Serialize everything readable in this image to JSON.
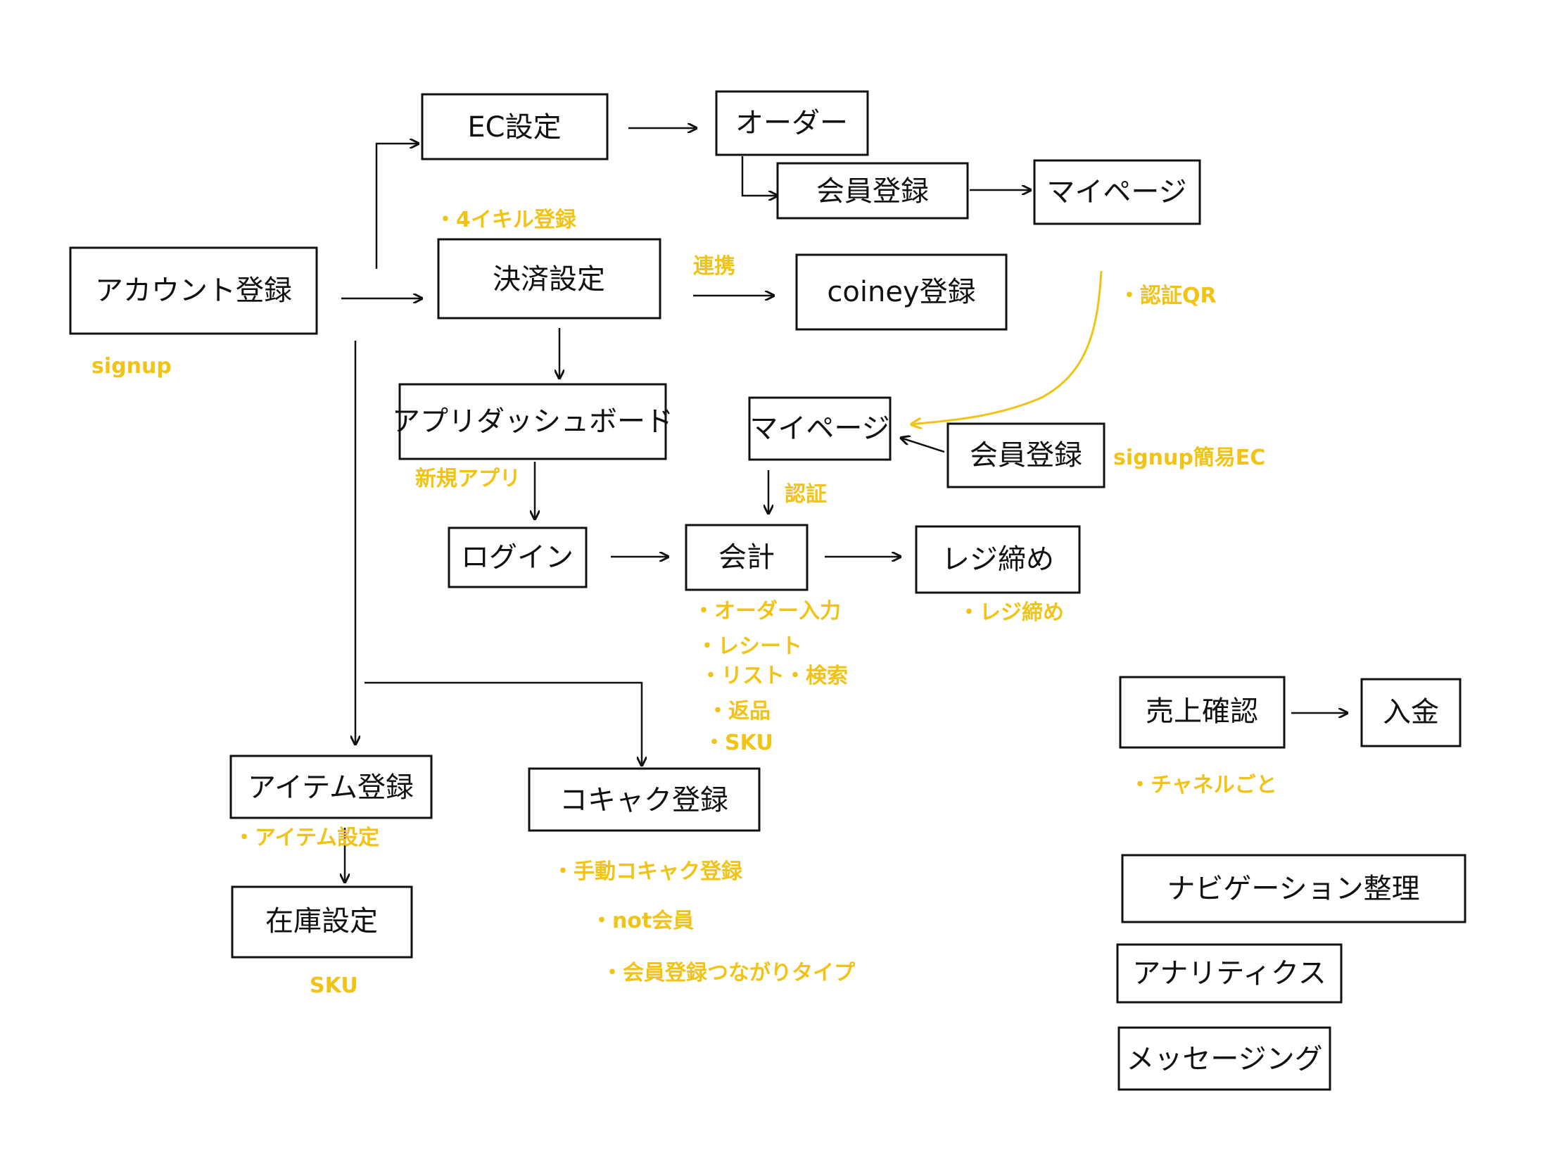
{
  "colors": {
    "ink": "#111111",
    "note": "#f2c317"
  },
  "nodes": {
    "account": "アカウント登録",
    "ec": "EC設定",
    "order": "オーダー",
    "member_reg_ec": "会員登録",
    "mypage_ec": "マイページ",
    "payment": "決済設定",
    "coiney": "coiney登録",
    "dashboard": "アプリダッシュボード",
    "mypage_mid": "マイページ",
    "member_reg_mid": "会員登録",
    "login": "ログイン",
    "checkout": "会計",
    "close": "レジ締め",
    "item": "アイテム登録",
    "customer": "コキャク登録",
    "stock": "在庫設定",
    "sales": "売上確認",
    "deposit": "入金",
    "nav": "ナビゲーション整理",
    "analytics": "アナリティクス",
    "messaging": "メッセージング"
  },
  "notes": {
    "payment_top": "・4イキル登録",
    "signup": "signup",
    "link": "連携",
    "auth_qr": "・認証QR",
    "signup_simple": "signup簡易EC",
    "new_app": "新規アプリ",
    "auth": "認証",
    "checkout_list": [
      "・オーダー入力",
      "・レシート",
      "・リスト・検索",
      "・返品",
      "・SKU"
    ],
    "close_note": "・レジ締め",
    "sales_note": "・チャネルごと",
    "item_note": "・アイテム設定",
    "stock_note": "SKU",
    "customer_list": [
      "・手動コキャク登録",
      "・not会員",
      "・会員登録つながりタイプ"
    ]
  }
}
